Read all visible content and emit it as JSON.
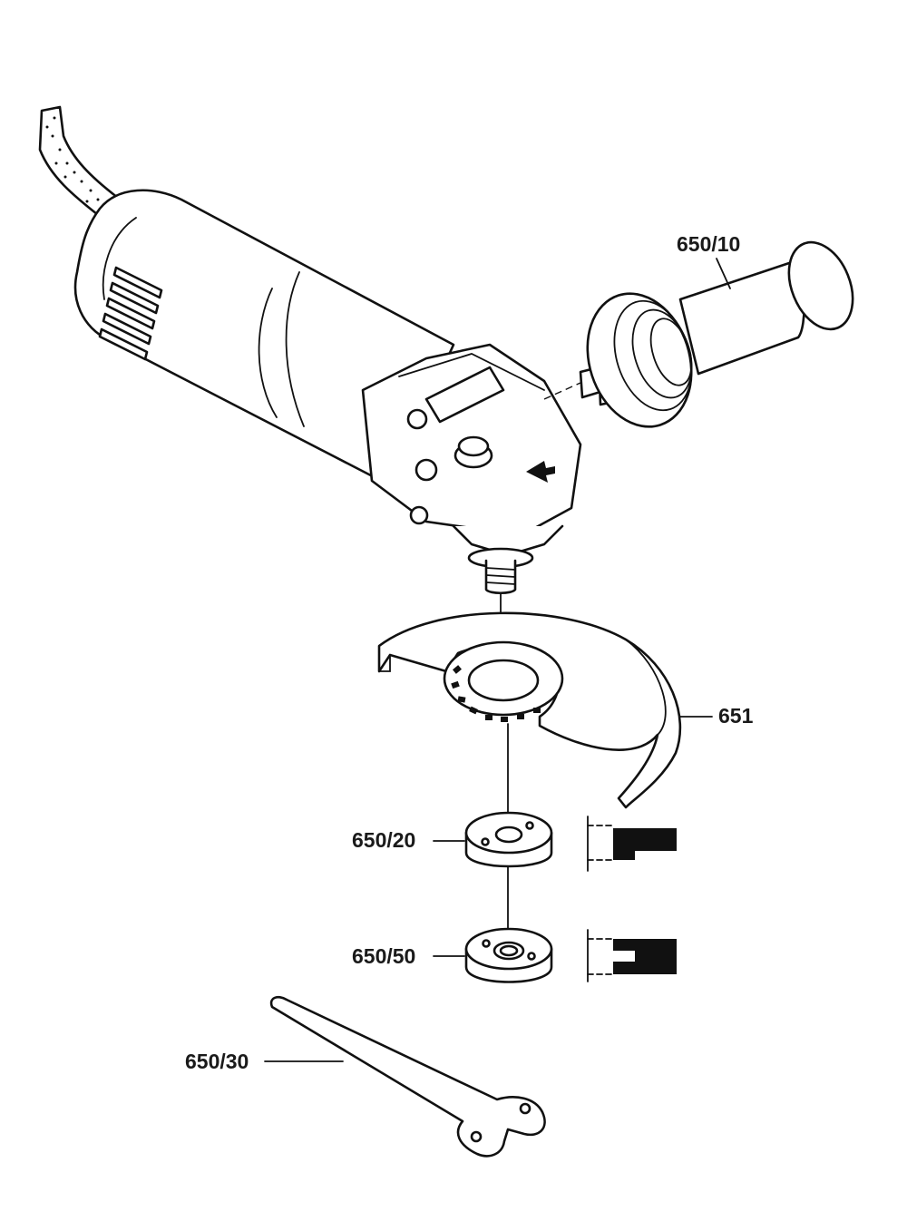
{
  "labels": {
    "side_handle": "650/10",
    "guard": "651",
    "inner_flange": "650/20",
    "clamping_nut": "650/50",
    "spanner": "650/30"
  }
}
